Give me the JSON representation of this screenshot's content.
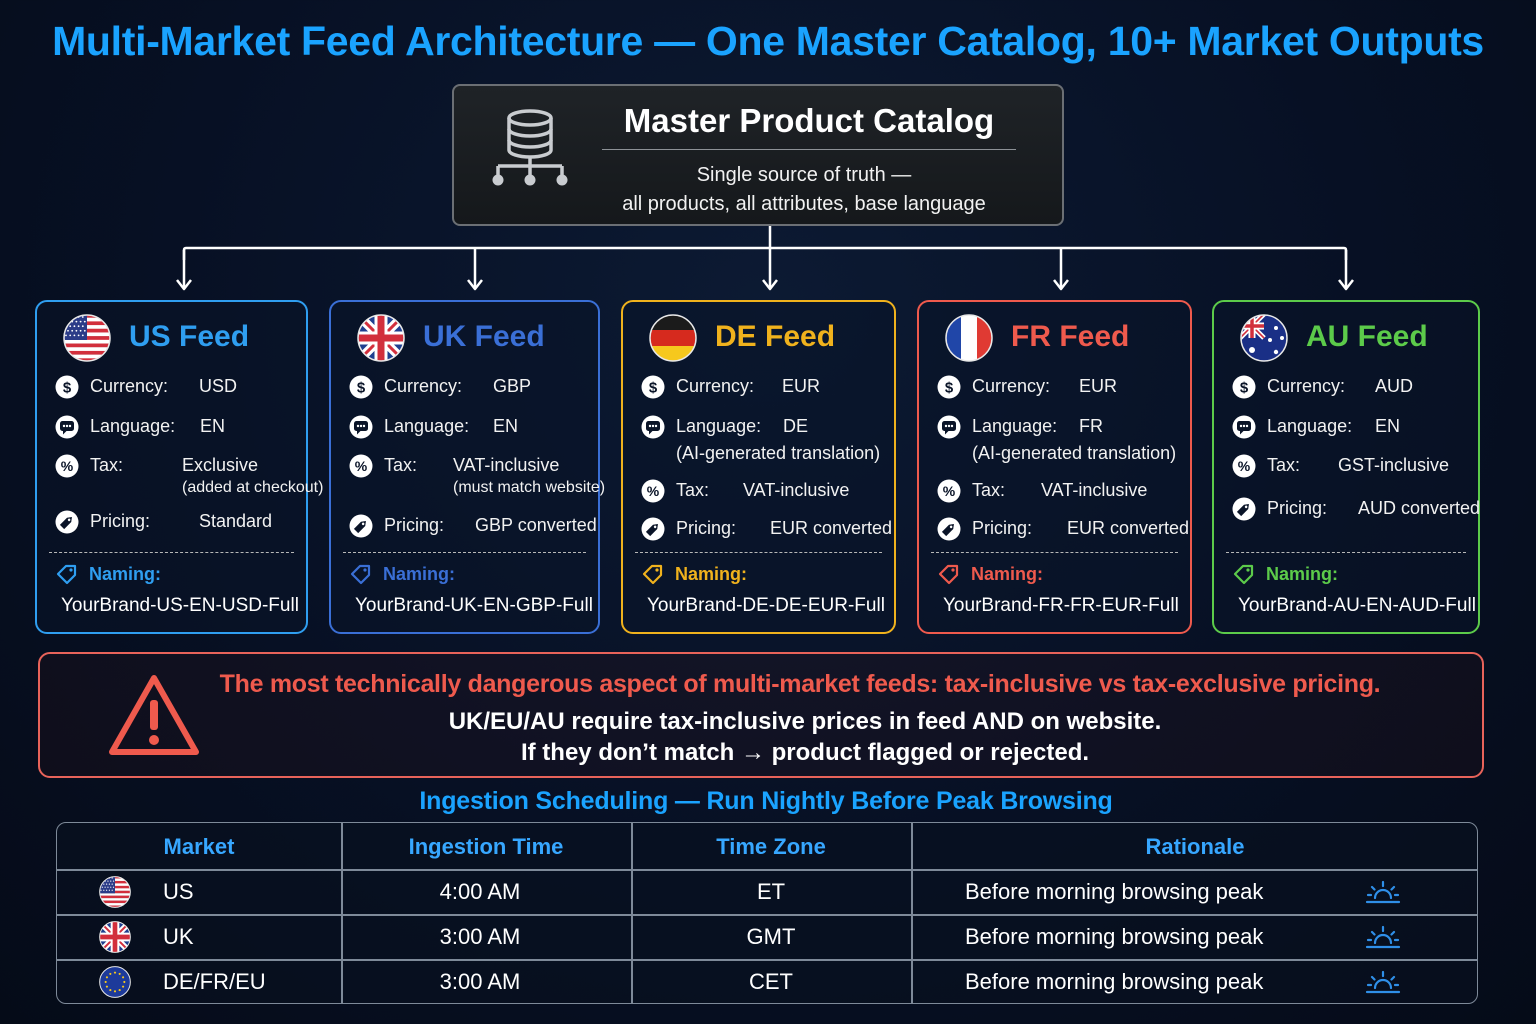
{
  "title": "Multi-Market Feed Architecture — One Master Catalog, 10+ Market Outputs",
  "master": {
    "title": "Master Product Catalog",
    "subtitle_line1": "Single source of truth —",
    "subtitle_line2": "all products, all attributes, base language",
    "icon": "database-network-icon"
  },
  "feeds": [
    {
      "id": "us",
      "title": "US Feed",
      "color": "#2f9ef0",
      "flag": "us-flag-icon",
      "currency_label": "Currency:",
      "currency": "USD",
      "language_label": "Language:",
      "language": "EN",
      "language_note": "",
      "tax_label": "Tax:",
      "tax": "Exclusive",
      "tax_note": "(added at checkout)",
      "pricing_label": "Pricing:",
      "pricing": "Standard",
      "naming_label": "Naming:",
      "naming": "YourBrand-US-EN-USD-Full"
    },
    {
      "id": "uk",
      "title": "UK Feed",
      "color": "#3a6fd6",
      "flag": "uk-flag-icon",
      "currency_label": "Currency:",
      "currency": "GBP",
      "language_label": "Language:",
      "language": "EN",
      "language_note": "",
      "tax_label": "Tax:",
      "tax": "VAT-inclusive",
      "tax_note": "(must match website)",
      "pricing_label": "Pricing:",
      "pricing": "GBP converted",
      "naming_label": "Naming:",
      "naming": "YourBrand-UK-EN-GBP-Full"
    },
    {
      "id": "de",
      "title": "DE Feed",
      "color": "#f0b21d",
      "flag": "de-flag-icon",
      "currency_label": "Currency:",
      "currency": "EUR",
      "language_label": "Language:",
      "language": "DE",
      "language_note": "(AI-generated translation)",
      "tax_label": "Tax:",
      "tax": "VAT-inclusive",
      "tax_note": "",
      "pricing_label": "Pricing:",
      "pricing": "EUR converted",
      "naming_label": "Naming:",
      "naming": "YourBrand-DE-DE-EUR-Full"
    },
    {
      "id": "fr",
      "title": "FR Feed",
      "color": "#ef5a4d",
      "flag": "fr-flag-icon",
      "currency_label": "Currency:",
      "currency": "EUR",
      "language_label": "Language:",
      "language": "FR",
      "language_note": "(AI-generated translation)",
      "tax_label": "Tax:",
      "tax": "VAT-inclusive",
      "tax_note": "",
      "pricing_label": "Pricing:",
      "pricing": "EUR converted",
      "naming_label": "Naming:",
      "naming": "YourBrand-FR-FR-EUR-Full"
    },
    {
      "id": "au",
      "title": "AU Feed",
      "color": "#5ccb4a",
      "flag": "au-flag-icon",
      "currency_label": "Currency:",
      "currency": "AUD",
      "language_label": "Language:",
      "language": "EN",
      "language_note": "",
      "tax_label": "Tax:",
      "tax": "GST-inclusive",
      "tax_note": "",
      "pricing_label": "Pricing:",
      "pricing": "AUD converted",
      "naming_label": "Naming:",
      "naming": "YourBrand-AU-EN-AUD-Full"
    }
  ],
  "warning": {
    "heading": "The most technically dangerous aspect of multi-market feeds: tax-inclusive vs tax-exclusive pricing.",
    "line1": "UK/EU/AU require tax-inclusive prices in feed AND on website.",
    "line2": "If they don’t match → product flagged or rejected.",
    "icon": "warning-triangle-icon",
    "color": "#ef5a4d"
  },
  "schedule": {
    "title": "Ingestion Scheduling — Run Nightly Before Peak Browsing",
    "headers": [
      "Market",
      "Ingestion Time",
      "Time Zone",
      "Rationale"
    ],
    "rows": [
      {
        "market": "US",
        "time": "4:00 AM",
        "tz": "ET",
        "rationale": "Before morning browsing peak",
        "flag": "us-flag-icon"
      },
      {
        "market": "UK",
        "time": "3:00 AM",
        "tz": "GMT",
        "rationale": "Before morning browsing peak",
        "flag": "uk-flag-icon"
      },
      {
        "market": "DE/FR/EU",
        "time": "3:00 AM",
        "tz": "CET",
        "rationale": "Before morning browsing peak",
        "flag": "eu-flag-icon"
      }
    ]
  },
  "colors": {
    "accent_blue": "#1aa3ff",
    "background": "#071024"
  }
}
